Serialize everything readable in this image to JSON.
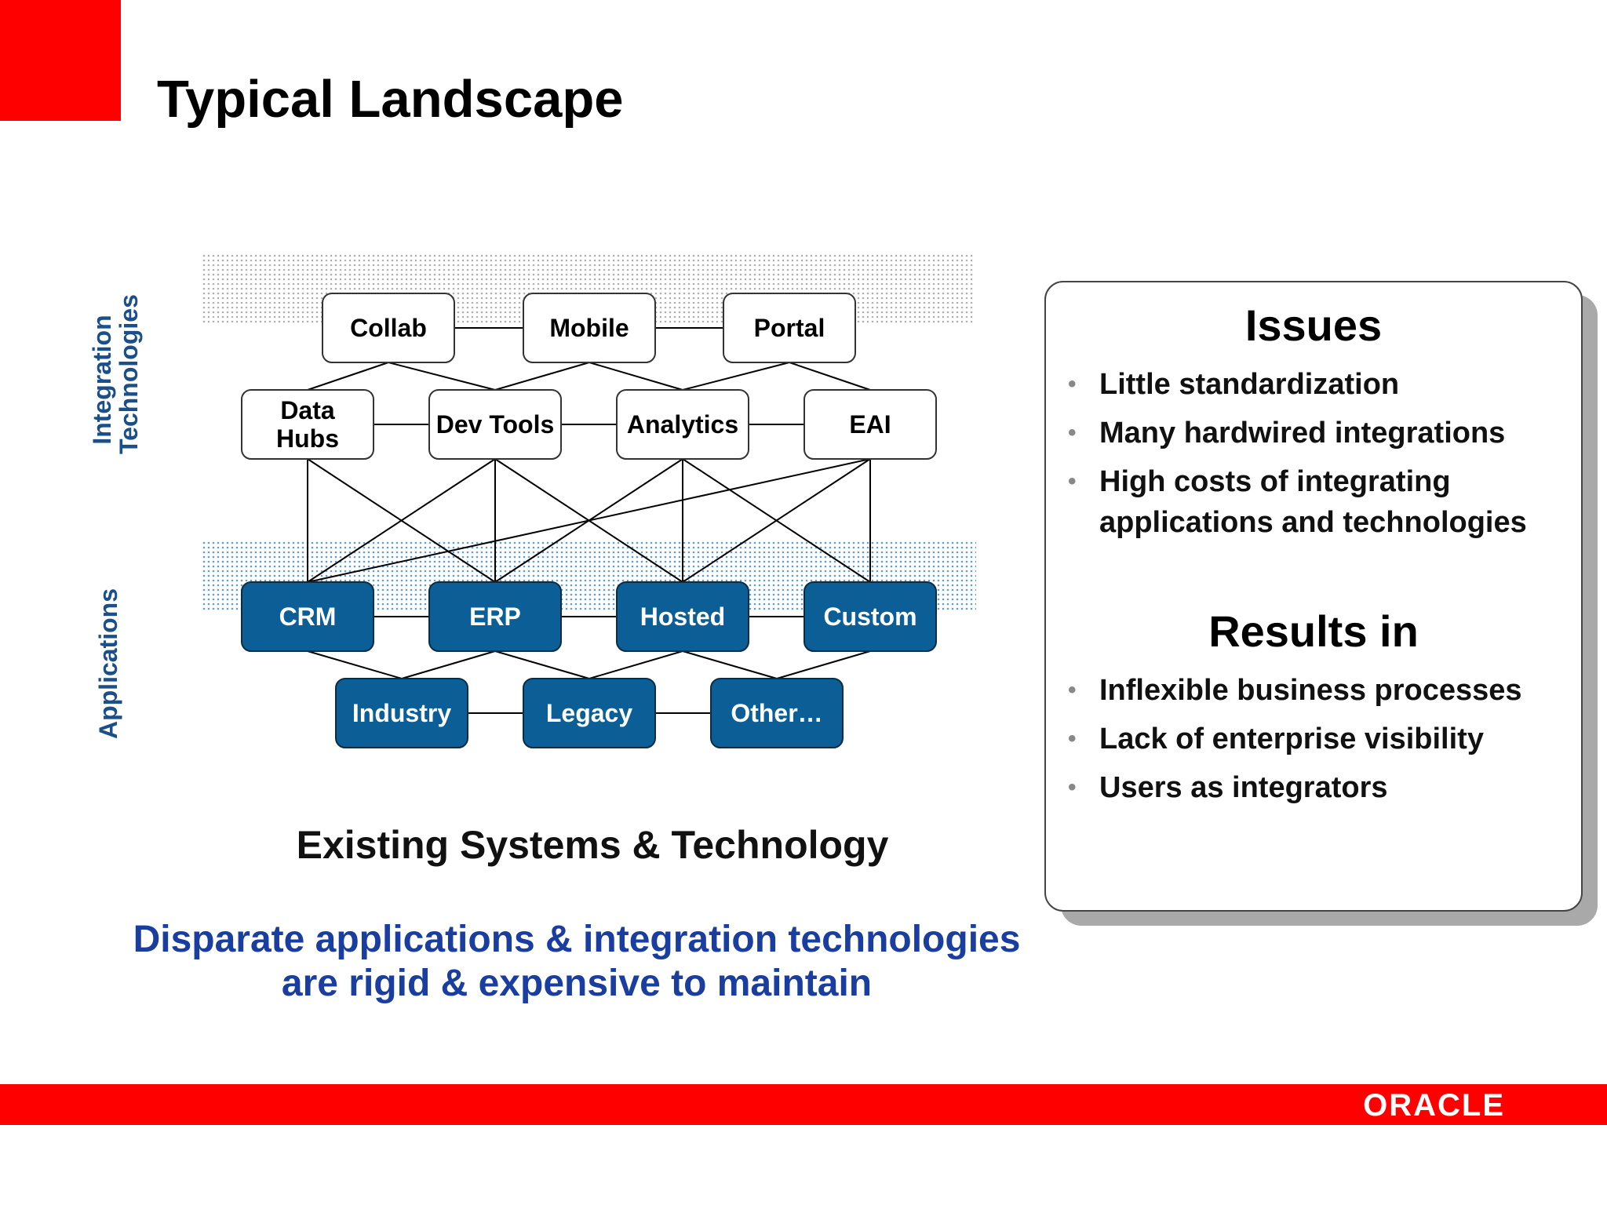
{
  "slide": {
    "title": "Typical Landscape",
    "label_integration": [
      "Integration",
      "Technologies"
    ],
    "label_applications": "Applications",
    "caption": "Existing Systems & Technology",
    "tagline": [
      "Disparate applications & integration technologies",
      "are rigid & expensive to maintain"
    ],
    "brand": "ORACLE"
  },
  "colors": {
    "accent_red": "#ff0000",
    "app_fill": "#0c5f96",
    "tagline_blue": "#1a3da0",
    "label_blue": "#1a4f8a"
  },
  "diagram": {
    "integration_nodes": [
      {
        "id": "collab",
        "lines": [
          "Collab"
        ]
      },
      {
        "id": "mobile",
        "lines": [
          "Mobile"
        ]
      },
      {
        "id": "portal",
        "lines": [
          "Portal"
        ]
      },
      {
        "id": "datahubs",
        "lines": [
          "Data",
          "Hubs"
        ]
      },
      {
        "id": "devtools",
        "lines": [
          "Dev Tools"
        ]
      },
      {
        "id": "analytics",
        "lines": [
          "Analytics"
        ]
      },
      {
        "id": "eai",
        "lines": [
          "EAI"
        ]
      }
    ],
    "application_nodes": [
      {
        "id": "crm",
        "lines": [
          "CRM"
        ]
      },
      {
        "id": "erp",
        "lines": [
          "ERP"
        ]
      },
      {
        "id": "hosted",
        "lines": [
          "Hosted"
        ]
      },
      {
        "id": "custom",
        "lines": [
          "Custom"
        ]
      },
      {
        "id": "industry",
        "lines": [
          "Industry"
        ]
      },
      {
        "id": "legacy",
        "lines": [
          "Legacy"
        ]
      },
      {
        "id": "other",
        "lines": [
          "Other…"
        ]
      }
    ],
    "edges": [
      [
        "collab",
        "mobile"
      ],
      [
        "mobile",
        "portal"
      ],
      [
        "datahubs",
        "devtools"
      ],
      [
        "devtools",
        "analytics"
      ],
      [
        "analytics",
        "eai"
      ],
      [
        "collab",
        "datahubs"
      ],
      [
        "collab",
        "devtools"
      ],
      [
        "mobile",
        "devtools"
      ],
      [
        "mobile",
        "analytics"
      ],
      [
        "portal",
        "analytics"
      ],
      [
        "portal",
        "eai"
      ],
      [
        "crm",
        "erp"
      ],
      [
        "erp",
        "hosted"
      ],
      [
        "hosted",
        "custom"
      ],
      [
        "industry",
        "legacy"
      ],
      [
        "legacy",
        "other"
      ],
      [
        "crm",
        "industry"
      ],
      [
        "custom",
        "other"
      ],
      [
        "erp",
        "industry"
      ],
      [
        "erp",
        "legacy"
      ],
      [
        "hosted",
        "legacy"
      ],
      [
        "hosted",
        "other"
      ],
      [
        "datahubs",
        "crm"
      ],
      [
        "datahubs",
        "erp"
      ],
      [
        "devtools",
        "crm"
      ],
      [
        "devtools",
        "erp"
      ],
      [
        "devtools",
        "hosted"
      ],
      [
        "analytics",
        "erp"
      ],
      [
        "analytics",
        "hosted"
      ],
      [
        "analytics",
        "custom"
      ],
      [
        "eai",
        "crm"
      ],
      [
        "eai",
        "hosted"
      ],
      [
        "eai",
        "custom"
      ]
    ]
  },
  "panel": {
    "issues_heading": "Issues",
    "issues": [
      "Little standardization",
      "Many hardwired integrations",
      "High costs of integrating applications and technologies"
    ],
    "results_heading": "Results in",
    "results": [
      "Inflexible business processes",
      "Lack of enterprise visibility",
      "Users as integrators"
    ]
  }
}
